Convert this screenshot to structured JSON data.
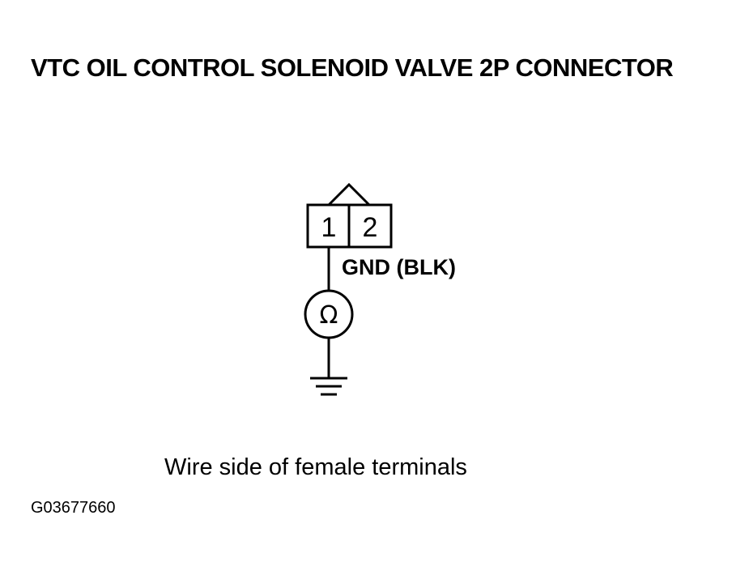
{
  "title": "VTC OIL CONTROL SOLENOID VALVE 2P CONNECTOR",
  "connector": {
    "terminal_1": "1",
    "terminal_2": "2"
  },
  "wire_label": "GND (BLK)",
  "meter_symbol": "Ω",
  "caption": "Wire side of female terminals",
  "figure_id": "G03677660",
  "icons": {
    "meter": "ohmmeter-icon",
    "ground": "ground-icon",
    "lock_tab": "connector-lock-tab-icon"
  }
}
